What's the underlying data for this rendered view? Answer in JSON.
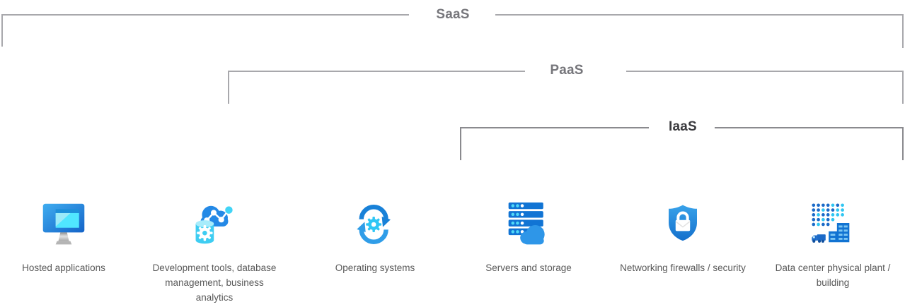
{
  "brackets": [
    {
      "label": "SaaS"
    },
    {
      "label": "PaaS"
    },
    {
      "label": "IaaS"
    }
  ],
  "items": [
    {
      "label": "Hosted applications",
      "icon": "monitor-icon"
    },
    {
      "label": "Development tools, database management, business analytics",
      "icon": "database-analytics-cloud-icon"
    },
    {
      "label": "Operating systems",
      "icon": "sync-gear-icon"
    },
    {
      "label": "Servers and storage",
      "icon": "servers-cloud-icon"
    },
    {
      "label": "Networking firewalls / security",
      "icon": "shield-lock-icon"
    },
    {
      "label": "Data center physical plant / building",
      "icon": "datacenter-building-truck-icon"
    }
  ],
  "colors": {
    "bracket_line": "#a8a8ac",
    "iaas_bracket_line": "#8a8a8e",
    "saas_paas_text": "#76767b",
    "iaas_text": "#3a3a3e",
    "item_label_text": "#595959",
    "azure_blue": "#1b7fd8",
    "azure_cyan": "#50e6ff"
  }
}
